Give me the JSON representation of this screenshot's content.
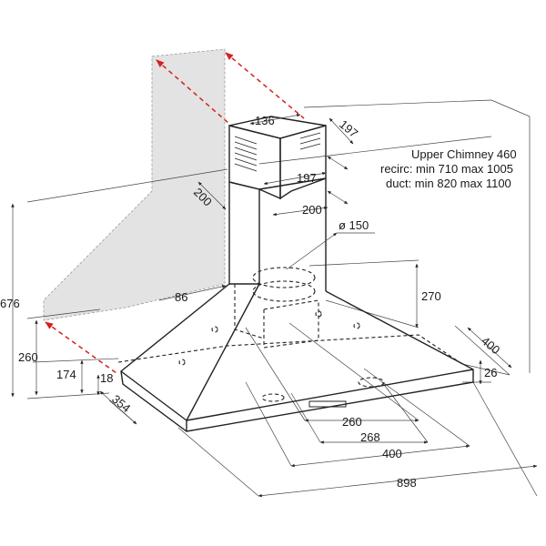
{
  "diagram": {
    "dimensions": {
      "d136": "136",
      "d197_top": "197",
      "d197_mid": "197",
      "d200_side": "200",
      "d200_front": "200",
      "d150": "ø 150",
      "d270": "270",
      "d86": "86",
      "d676": "676",
      "d260_left": "260",
      "d174": "174",
      "d18": "18",
      "d354": "354",
      "d400_right": "400",
      "d26": "26",
      "d260_bottom": "260",
      "d268": "268",
      "d400_bottom": "400",
      "d898": "898"
    },
    "notes": {
      "line1": "Upper Chimney 460",
      "line2": "recirc: min 710 max 1005",
      "line3": "duct: min 820 max 1100"
    },
    "colors": {
      "wall_fill": "#e3e3e3",
      "line": "#222222",
      "red_dash": "#d42020"
    }
  }
}
